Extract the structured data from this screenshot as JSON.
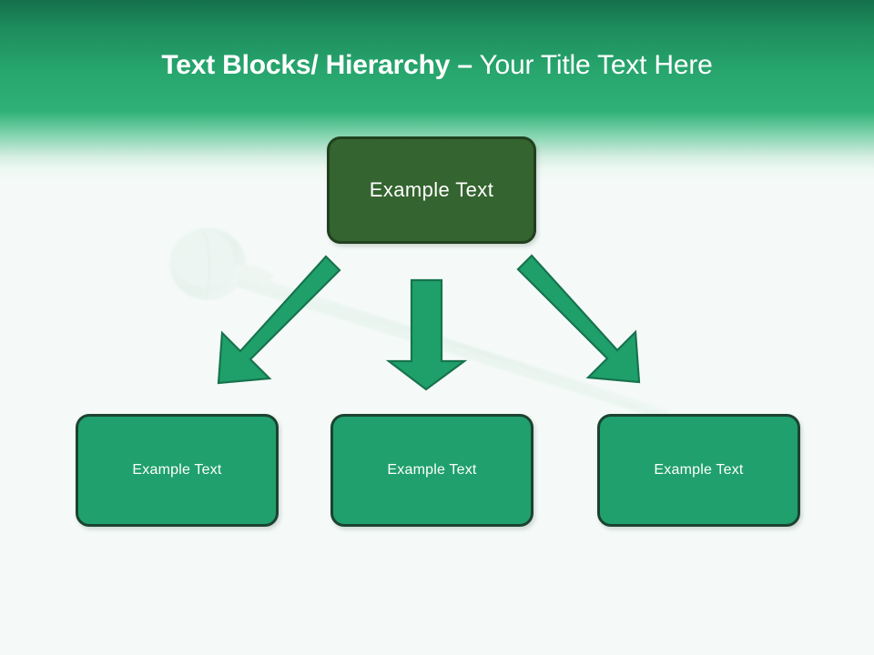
{
  "slide": {
    "title": {
      "bold_part": "Text Blocks/ Hierarchy –",
      "light_part": " Your Title Text Here"
    },
    "background_color": "#f5faf8",
    "header_gradient_top": "#14704a",
    "header_gradient_bottom": "#f5faf8"
  },
  "diagram": {
    "type": "hierarchy",
    "parent": {
      "label": "Example  Text",
      "fill_color": "#34642f",
      "border_color": "#21401f",
      "text_color": "#ffffff"
    },
    "children": [
      {
        "label": "Example Text",
        "fill_color": "#20a06c",
        "border_color": "#1b4331",
        "text_color": "#ffffff"
      },
      {
        "label": "Example Text",
        "fill_color": "#20a06c",
        "border_color": "#1b4331",
        "text_color": "#ffffff"
      },
      {
        "label": "Example Text",
        "fill_color": "#20a06c",
        "border_color": "#1b4331",
        "text_color": "#ffffff"
      }
    ],
    "connectors": [
      {
        "name": "arrow-down-left",
        "direction": "down-left",
        "color": "#1fa06a"
      },
      {
        "name": "arrow-down",
        "direction": "down",
        "color": "#1fa06a"
      },
      {
        "name": "arrow-down-right",
        "direction": "down-right",
        "color": "#1fa06a"
      }
    ],
    "watermark": {
      "name": "ladle-watermark",
      "color": "#d8e8df"
    }
  }
}
